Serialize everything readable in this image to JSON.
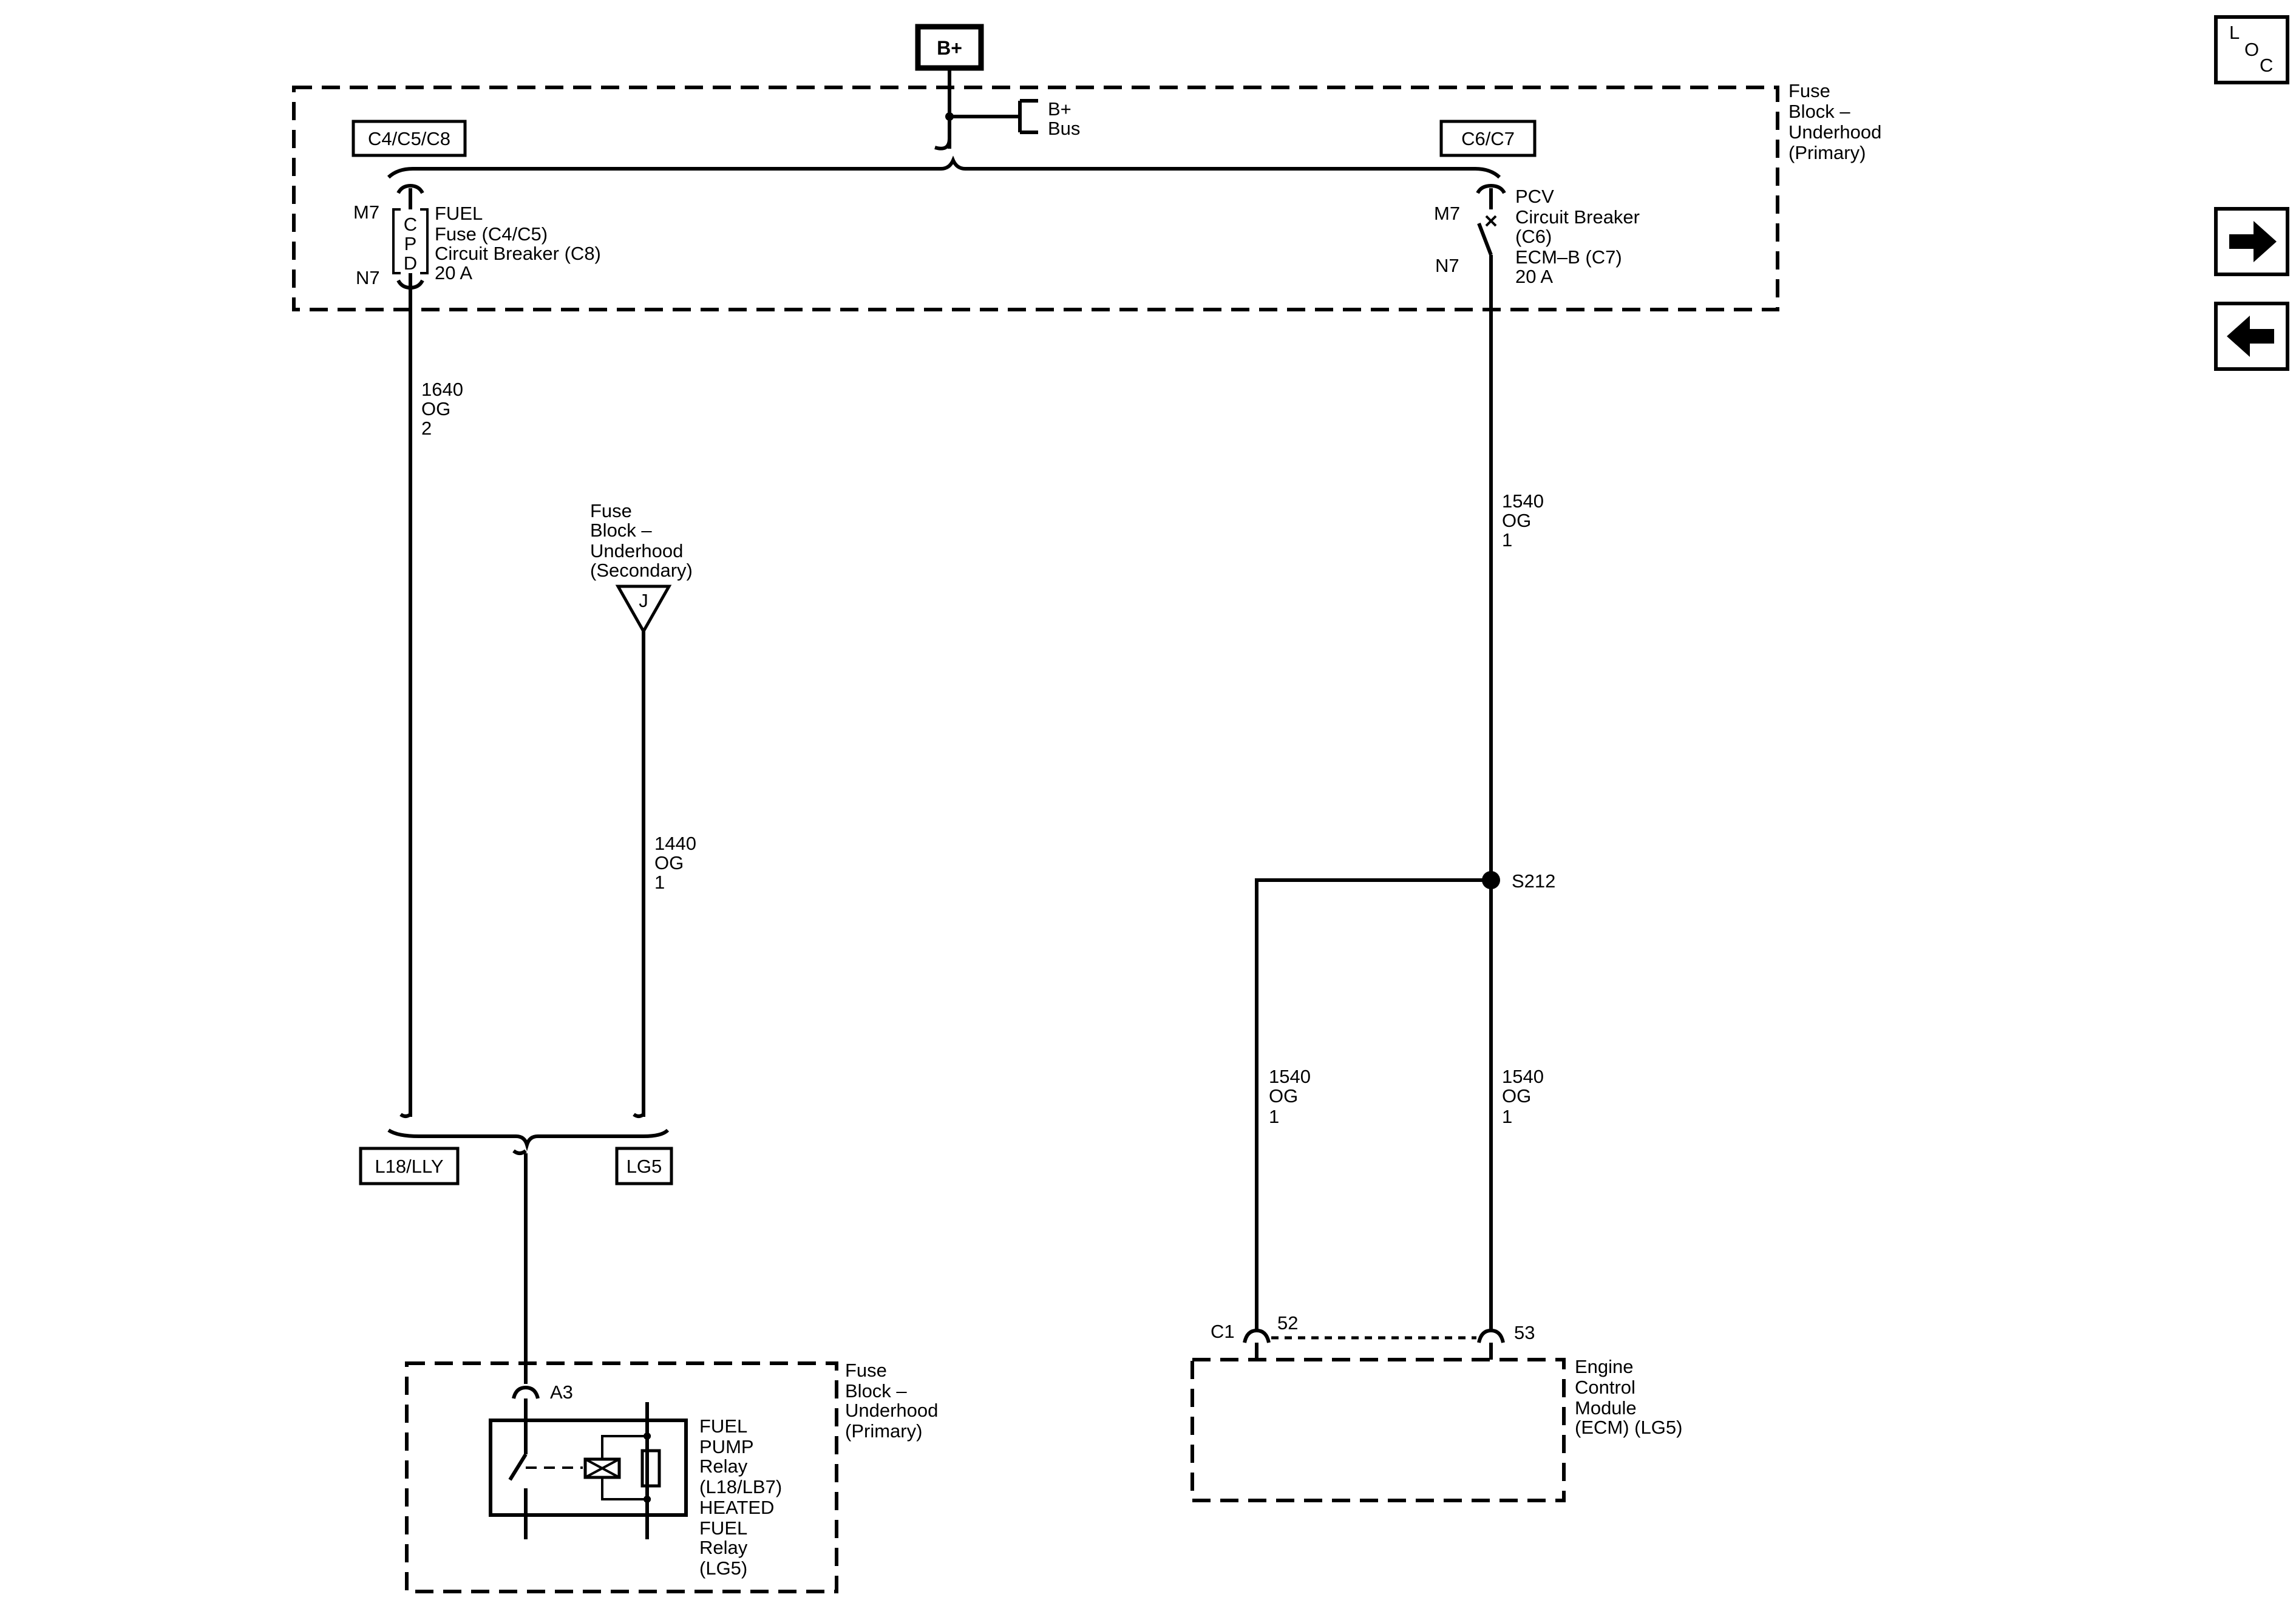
{
  "power_source": {
    "label": "B+"
  },
  "bus_label": [
    "B+",
    "Bus"
  ],
  "fuse_block_primary_top": {
    "label": [
      "Fuse",
      "Block –",
      "Underhood",
      "(Primary)"
    ]
  },
  "option_tags": {
    "c4c5c8": "C4/C5/C8",
    "c6c7": "C6/C7",
    "l18lly": "L18/LLY",
    "lg5": "LG5"
  },
  "fuel_fuse": {
    "pin_top": "M7",
    "pin_bottom": "N7",
    "cpd": [
      "C",
      "P",
      "D"
    ],
    "label": [
      "FUEL",
      "Fuse (C4/C5)",
      "Circuit Breaker (C8)",
      "20 A"
    ]
  },
  "pcv_breaker": {
    "pin_top": "M7",
    "pin_bottom": "N7",
    "label": [
      "PCV",
      "Circuit Breaker",
      "(C6)",
      "ECM–B (C7)",
      "20 A"
    ]
  },
  "wires": {
    "w1640": [
      "1640",
      "OG",
      "2"
    ],
    "w1440": [
      "1440",
      "OG",
      "1"
    ],
    "w1540_top": [
      "1540",
      "OG",
      "1"
    ],
    "w1540_left": [
      "1540",
      "OG",
      "1"
    ],
    "w1540_right": [
      "1540",
      "OG",
      "1"
    ]
  },
  "fuse_block_secondary": {
    "label": [
      "Fuse",
      "Block –",
      "Underhood",
      "(Secondary)"
    ],
    "terminal": "J"
  },
  "splice": {
    "label": "S212"
  },
  "relay_block": {
    "pin": "A3",
    "block_label": [
      "Fuse",
      "Block –",
      "Underhood",
      "(Primary)"
    ],
    "relay_label": [
      "FUEL",
      "PUMP",
      "Relay",
      "(L18/LB7)",
      "HEATED",
      "FUEL",
      "Relay",
      "(LG5)"
    ]
  },
  "ecm": {
    "connector": "C1",
    "pin_left": "52",
    "pin_right": "53",
    "label": [
      "Engine",
      "Control",
      "Module",
      "(ECM) (LG5)"
    ]
  },
  "nav": {
    "loc_letters": [
      "L",
      "O",
      "C"
    ],
    "next_icon": "arrow-right-icon",
    "prev_icon": "arrow-left-icon"
  }
}
